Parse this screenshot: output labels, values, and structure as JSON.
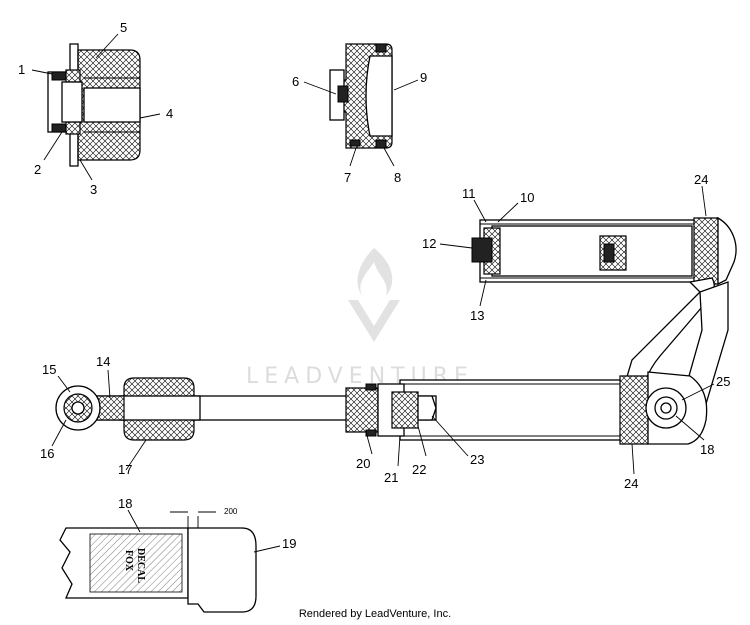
{
  "labels": {
    "l1": "1",
    "l2": "2",
    "l3": "3",
    "l4": "4",
    "l5": "5",
    "l6": "6",
    "l7": "7",
    "l8": "8",
    "l9": "9",
    "l10": "10",
    "l11": "11",
    "l12": "12",
    "l13": "13",
    "l14": "14",
    "l15": "15",
    "l16": "16",
    "l17": "17",
    "l18a": "18",
    "l18b": "18",
    "l19": "19",
    "l20": "20",
    "l21": "21",
    "l22": "22",
    "l23": "23",
    "l24a": "24",
    "l24b": "24",
    "l25": "25"
  },
  "dimension": "200",
  "decal_line1": "FOX",
  "decal_line2": "DECAL",
  "watermark": "LEADVENTURE",
  "footer": "Rendered by LeadVenture, Inc."
}
